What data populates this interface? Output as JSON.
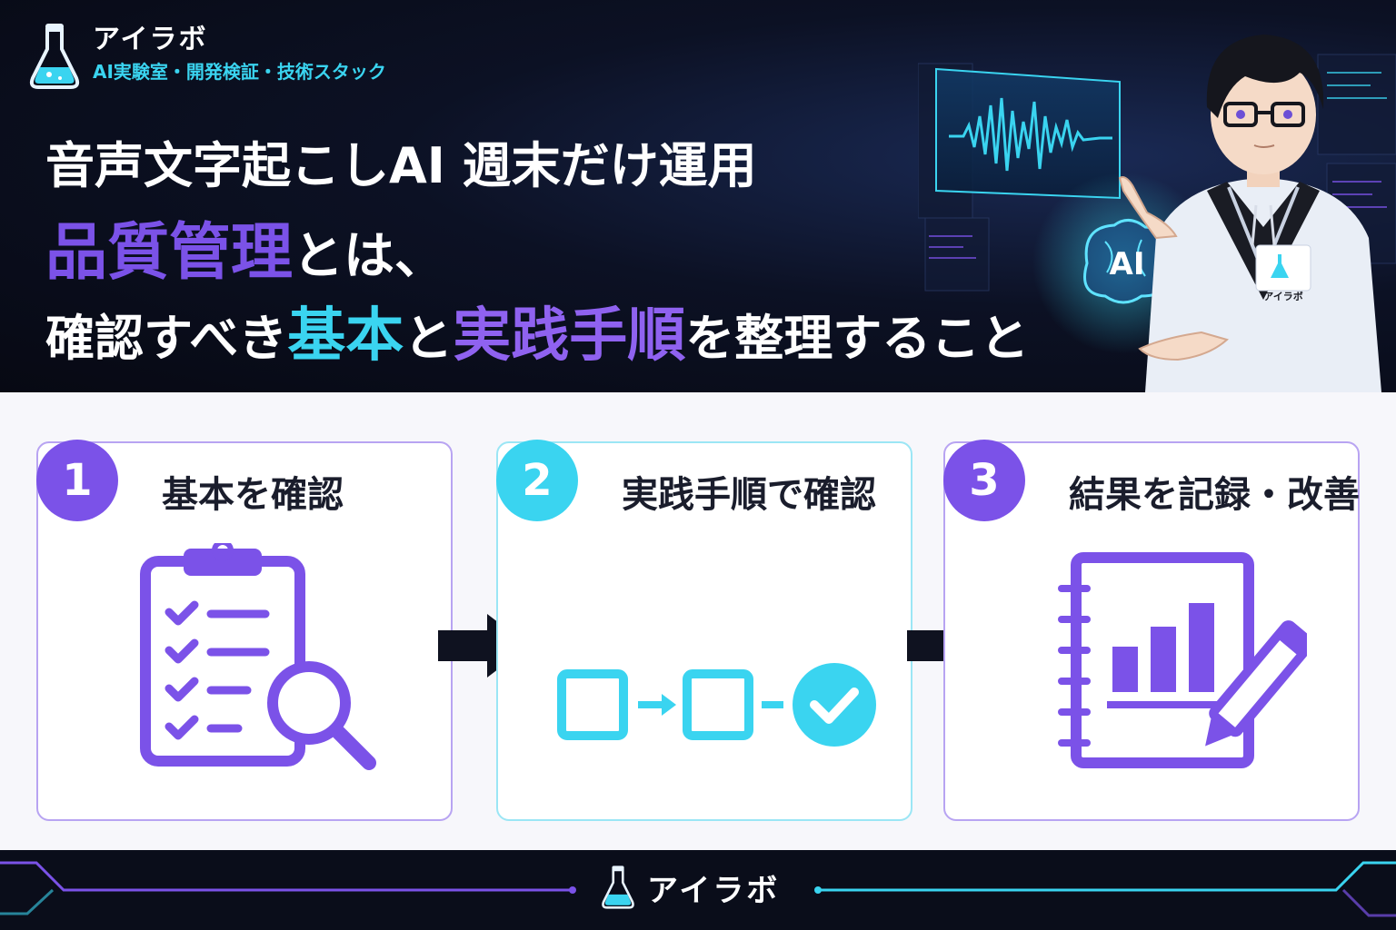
{
  "brand": {
    "name": "アイラボ",
    "tagline": "AI実験室・開発検証・技術スタック"
  },
  "headline": {
    "line1": "音声文字起こしAI 週末だけ運用",
    "line2_accent": "品質管理",
    "line2_rest": "とは、",
    "line3_part1": "確認すべき",
    "line3_accent1": "基本",
    "line3_part2": "と",
    "line3_accent2": "実践手順",
    "line3_part3": "を整理すること"
  },
  "illustration": {
    "chip_label": "AI",
    "badge_label": "アイラボ"
  },
  "steps": [
    {
      "number": "1",
      "title": "基本を確認",
      "icon": "clipboard-search-icon"
    },
    {
      "number": "2",
      "title": "実践手順で確認",
      "icon": "process-flow-icon"
    },
    {
      "number": "3",
      "title": "結果を記録・改善",
      "icon": "notebook-chart-pencil-icon"
    }
  ],
  "footer": {
    "name": "アイラボ"
  },
  "colors": {
    "purple": "#7b52e8",
    "cyan": "#3ad4f0",
    "dark": "#0a0d1a",
    "panel": "#f7f7fb"
  }
}
